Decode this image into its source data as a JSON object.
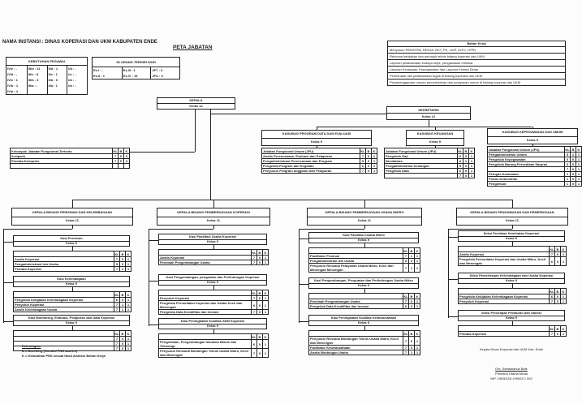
{
  "header": {
    "instansi": "NAMA INSTANSI : DINAS KOPERASI DAN UKM KABUPATEN ENDE",
    "title": "PETA JABATAN"
  },
  "kebutuhan": {
    "title": "KEBUTUHAN PEGAWAI",
    "cols": [
      [
        "IV/e : -",
        "IV/d : -",
        "IV/c : 1",
        "IV/b : 1",
        "IV/a : 4"
      ],
      [
        "III/d : 11",
        "III/c : 8",
        "III/b : 3",
        "III/a : -",
        ""
      ],
      [
        "II/d : 1",
        "II/c : 1",
        "II/b : 0",
        "II/a : 1",
        ""
      ],
      [
        "I/d : -",
        "I/c : -",
        "I/b : -",
        "I/a : -",
        ""
      ]
    ]
  },
  "terdiri": {
    "title": "30 ORANG TERDIRI DARI",
    "cols": [
      [
        "Es.I : -",
        "Es.II : 1"
      ],
      [
        "Es.III : 1",
        "Es.IV : 15"
      ],
      [
        "JFT : 3",
        "JFU : 3"
      ]
    ]
  },
  "bahan_kerja": {
    "title": "Bahan Kerja",
    "items": [
      "Menyusun RENSTRA, RENJA, RKT, PK, LKIP, LKPJ, LPPD",
      "Rencana kebijakan dan petunjuk teknis bidang koperasi dan UKM",
      "Laporan pelaksanaan budaya kerja, pengawasan melekat",
      "Laporan Keuangan, Kepegawaian dan Laporan Kinerja Dinas",
      "Pembinaan dan pelaksanaan tugas di bidang koperasi dan UKM",
      "Penyelenggaraan urusan pemerintahan dan pelayanan umum di bidang koperasi dan UKM"
    ]
  },
  "kepala": {
    "title": "KEPALA",
    "kelas": "Kelas 14"
  },
  "sekretaris": {
    "title": "SEKRETARIS",
    "kelas": "Kelas 12"
  },
  "fungsional": {
    "header": "Kelompok Jabatan Fungsional Tertentu",
    "rows": [
      {
        "name": "Arsiparis",
        "kl": "7",
        "b": "0",
        "k": "0"
      },
      {
        "name": "Pranata Komputer",
        "kl": "7",
        "b": "0",
        "k": "0"
      },
      {
        "name": "",
        "kl": "",
        "b": "",
        "k": ""
      }
    ]
  },
  "col_headers": {
    "kl": "KL",
    "b": "B",
    "k": "K"
  },
  "subag": [
    {
      "title": "KASUBAG PROGRAM DATA DAN EVALUASI",
      "kelas": "Kelas 9",
      "header": "Jabatan Fungsional Umum (JFU)",
      "rows": [
        {
          "name": "Analis Perencanaan, Evaluasi dan Pelaporan",
          "kl": "7",
          "b": "0",
          "k": "1"
        },
        {
          "name": "Pengadministrasi Perencanaan dan Program",
          "kl": "5",
          "b": "0",
          "k": "1"
        },
        {
          "name": "Pengelola Program dan Kegiatan",
          "kl": "6",
          "b": "0",
          "k": "1"
        },
        {
          "name": "Penyusun Program anggaran dan Pelaporan",
          "kl": "7",
          "b": "0",
          "k": "1"
        }
      ]
    },
    {
      "title": "KASUBAG KEUANGAN",
      "kelas": "Kelas 9",
      "header": "Jabatan Fungsional Umum (JFU)",
      "rows": [
        {
          "name": "Pengelola Gaji",
          "kl": "6",
          "b": "0",
          "k": "1"
        },
        {
          "name": "Bendahara",
          "kl": "6",
          "b": "1",
          "k": "1"
        },
        {
          "name": "Pengadministrasi Keuangan",
          "kl": "5",
          "b": "0",
          "k": "1"
        },
        {
          "name": "Pengelola Data",
          "kl": "6",
          "b": "0",
          "k": "1"
        },
        {
          "name": "",
          "kl": "7",
          "b": "0",
          "k": "1"
        }
      ]
    },
    {
      "title": "KASUBAG KEPEGAWAIAN DAN UMUM",
      "kelas": "Kelas 9",
      "header": "Jabatan Fungsional Umum (JFU)",
      "rows": [
        {
          "name": "Pengadministrasi Umum",
          "kl": "5",
          "b": "1",
          "k": "1"
        },
        {
          "name": "Pengelola Kepegawaian",
          "kl": "6",
          "b": "0",
          "k": "1"
        },
        {
          "name": "Pengelola Barang Persediaan Sarpras",
          "kl": "6",
          "b": "0",
          "k": "1"
        },
        {
          "name": "",
          "kl": "7",
          "b": "0",
          "k": "1"
        },
        {
          "name": "Petugas Keamanan",
          "kl": "1",
          "b": "0",
          "k": "1"
        },
        {
          "name": "Pramu Kebersihan",
          "kl": "1",
          "b": "0",
          "k": "1"
        },
        {
          "name": "Pengemudi",
          "kl": "1",
          "b": "0",
          "k": "1"
        }
      ]
    }
  ],
  "columns": [
    {
      "title": "KEPALA BIDANG PERIZINAN DAN KELEMBAGAAN",
      "kelas": "Kelas 11",
      "sections": [
        {
          "title": "Kasi Perizinan",
          "kelas": "Kelas 9",
          "rows": [
            {
              "name": "Analis Koperasi",
              "kl": "7",
              "b": "0",
              "k": "1"
            },
            {
              "name": "Pengadministrasi Izin Usaha",
              "kl": "5",
              "b": "0",
              "k": "1"
            },
            {
              "name": "Pranata Koperasi",
              "kl": "7",
              "b": "1",
              "k": "1"
            }
          ]
        },
        {
          "title": "Kasi Kelembagaan",
          "kelas": "Kelas 9",
          "rows": [
            {
              "name": "Pengelola Kebijakan Kelembagaan Koperasi",
              "kl": "6",
              "b": "0",
              "k": "1"
            },
            {
              "name": "Penyuluh Koperasi",
              "kl": "7",
              "b": "1",
              "k": "1"
            },
            {
              "name": "Analis Kelembagaan Usaha",
              "kl": "7",
              "b": "1",
              "k": "1"
            }
          ]
        },
        {
          "title": "Kasi Monitoring, Evaluasi, Pelaporan dan Data Koperasi",
          "kelas": "Kelas 9",
          "rows": [
            {
              "name": "",
              "kl": "7",
              "b": "0",
              "k": "1"
            },
            {
              "name": "",
              "kl": "7",
              "b": "0",
              "k": "1"
            },
            {
              "name": "",
              "kl": "7",
              "b": "0",
              "k": "1"
            }
          ]
        }
      ]
    },
    {
      "title": "KEPALA BIDANG PEMBERDAYAAN KOPERASI",
      "kelas": "Kelas 11",
      "sections": [
        {
          "title": "Kasi Fasilitasi Usaha Koperasi",
          "kelas": "Kelas 9",
          "rows": [
            {
              "name": "Analis Koperasi",
              "kl": "7",
              "b": "0",
              "k": "1"
            },
            {
              "name": "Penelaah Pengembangan Usaha",
              "kl": "7",
              "b": "0",
              "k": "1"
            }
          ]
        },
        {
          "title": "Kasi Pengembangan, penguatan dan Perlindungan Koperasi",
          "kelas": "Kelas 9",
          "rows": [
            {
              "name": "Penyuluh Koperasi",
              "kl": "7",
              "b": "0",
              "k": "1"
            },
            {
              "name": "Pengelola Permodalan Koperasi dan Usaha Kecil dan Menengah",
              "kl": "6",
              "b": "0",
              "k": "1"
            },
            {
              "name": "Pengelola Data Kreatifitas dan Inovasi",
              "kl": "7",
              "b": "0",
              "k": "1"
            }
          ]
        },
        {
          "title": "Kasi Peningkatan Kualitas SDM Koperasi",
          "kelas": "Kelas 9",
          "rows": [
            {
              "name": "Pengelolaan, Pengembangan Inkubasi Bisnis dan Teknologi",
              "kl": "6",
              "b": "0",
              "k": "1"
            },
            {
              "name": "Penyusun Rencana Bimbingan Teknis Usaha Mikro, Kecil dan Menengah",
              "kl": "7",
              "b": "0",
              "k": "1"
            }
          ]
        }
      ]
    },
    {
      "title": "KEPALA BIDANG PEMBERDAYAAN USAHA MIKRO",
      "kelas": "Kelas 11",
      "sections": [
        {
          "title": "Kasi Fasilitasi Usaha Mikro",
          "kelas": "Kelas 9",
          "rows": [
            {
              "name": "Fasilitator Promosi",
              "kl": "7",
              "b": "1",
              "k": "1"
            },
            {
              "name": "Pengadministrasi Izin Usaha",
              "kl": "5",
              "b": "0",
              "k": "1"
            },
            {
              "name": "Penyusun Rencana Pelayanan Usaha Mikro, Kecil dan Menengah Menengah",
              "kl": "7",
              "b": "1",
              "k": "1"
            }
          ]
        },
        {
          "title": "Kasi Pengembangan, Penguatan dan Perlindungan Usaha Mikro",
          "kelas": "Kelas 9",
          "rows": [
            {
              "name": "Penelaah Pengembangan Usaha",
              "kl": "7",
              "b": "0",
              "k": "1"
            },
            {
              "name": "Pengelola Data Kreatifitas dan Inovasi",
              "kl": "6",
              "b": "0",
              "k": "1"
            }
          ]
        },
        {
          "title": "Kasi Peningkatan Kualitas Kewirausahaan",
          "kelas": "Kelas 9",
          "rows": [
            {
              "name": "Penyusun Rencana Bimbingan Teknis Usaha Mikro, Kecil dan Menengah",
              "kl": "7",
              "b": "0",
              "k": "1"
            },
            {
              "name": "Fasilitator Kewirausahaan",
              "kl": "7",
              "b": "0",
              "k": "1"
            },
            {
              "name": "Analis Bimbingan Usaha",
              "kl": "7",
              "b": "1",
              "k": "1"
            }
          ]
        }
      ]
    },
    {
      "title": "KEPALA BIDANG PENGAWASAN DAN PEMERIKSAAN",
      "kelas": "Kelas 11",
      "sections": [
        {
          "title": "Seksi Penilaian Kesehatan Koperasi",
          "kelas": "Kelas 9",
          "rows": [
            {
              "name": "Analis Koperasi",
              "kl": "7",
              "b": "0",
              "k": "1"
            },
            {
              "name": "Pengelola Permodalan Koperasi dan Usaha Mikro, Kecil dan Menengah",
              "kl": "6",
              "b": "0",
              "k": "1"
            }
          ]
        },
        {
          "title": "Seksi Pemeriksaan Kelembagaan dan Usaha Koperasi",
          "kelas": "Kelas 9",
          "rows": [
            {
              "name": "Pengelola Kebijakan Kelembagaan Koperasi",
              "kl": "6",
              "b": "0",
              "k": "1"
            },
            {
              "name": "Penyuluh Koperasi",
              "kl": "7",
              "b": "0",
              "k": "1"
            }
          ]
        },
        {
          "title": "Seksi Penerapan Peraturan dan Sanksi",
          "kelas": "Kelas 9",
          "rows": [
            {
              "name": "Pranata Koperasi",
              "kl": "7",
              "b": "0",
              "k": "1"
            }
          ]
        }
      ]
    }
  ],
  "keterangan": {
    "title": "Keterangan:",
    "items": [
      "B = Bezetting (Kondisi PNS saat ini)",
      "K = Kebutuhan PNS sesuai Hasil Analisis Beban Kerja"
    ]
  },
  "signature": {
    "position": "Kepala Dinas Koperasi dan UKM Kab. Ende",
    "name": "Drs. Sebastianus Bele",
    "rank": "Pembina Utama Muda",
    "nip": "NIP. 19630118 199003 1 002"
  }
}
